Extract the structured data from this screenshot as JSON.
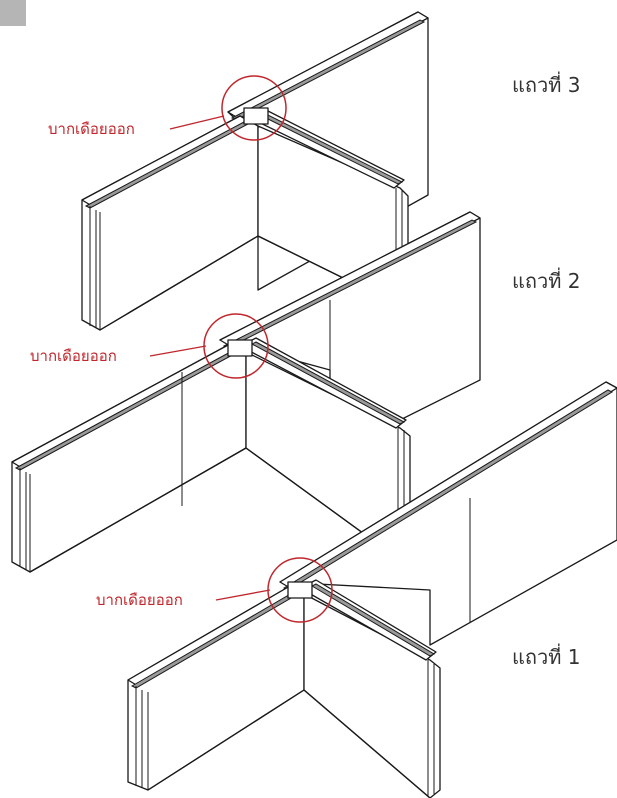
{
  "rows": [
    {
      "label": "แถวที่ 3"
    },
    {
      "label": "แถวที่ 2"
    },
    {
      "label": "แถวที่ 1"
    }
  ],
  "callouts": [
    {
      "label": "บากเดือยออก"
    },
    {
      "label": "บากเดือยออก"
    },
    {
      "label": "บากเดือยออก"
    }
  ],
  "colors": {
    "accent": "#c0262c",
    "line": "#1a1a1a",
    "groove": "#9a9a9a",
    "corner_tab": "#b5b5b5"
  }
}
